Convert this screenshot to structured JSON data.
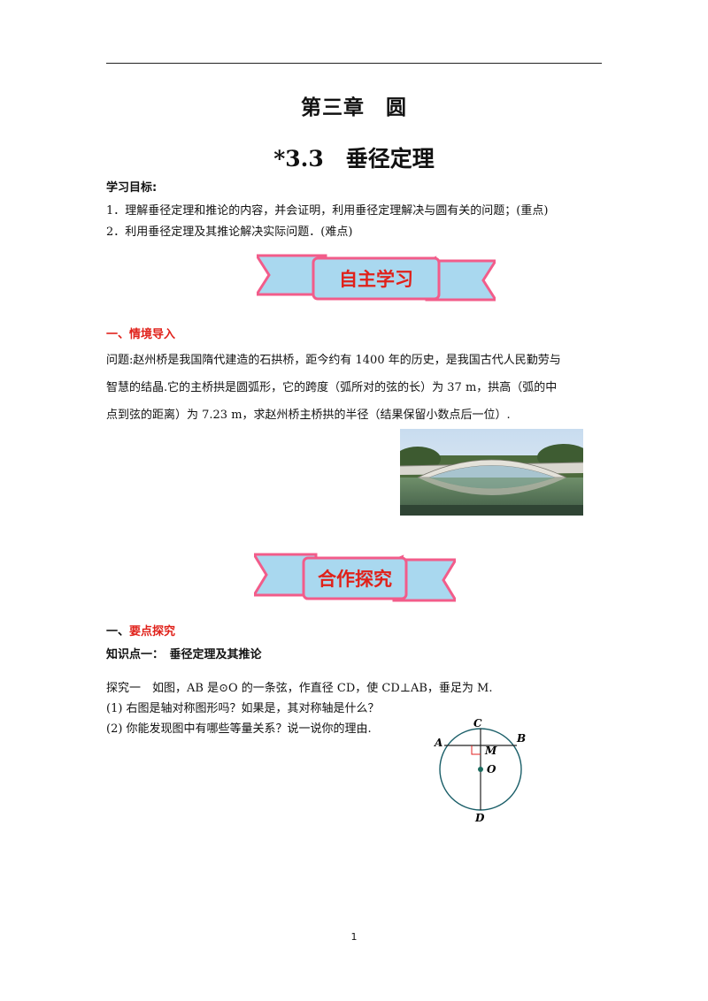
{
  "header": {
    "chapter_title": "第三章　圆",
    "section_title": "*3.3　垂径定理"
  },
  "objectives": {
    "heading": "学习目标:",
    "items": [
      "1．理解垂径定理和推论的内容，并会证明，利用垂径定理解决与圆有关的问题；(重点)",
      "2．利用垂径定理及其推论解决实际问题．(难点)"
    ]
  },
  "banner_self_study": {
    "label": "自主学习"
  },
  "situation": {
    "heading": "一、情境导入",
    "lines": [
      "问题:赵州桥是我国隋代建造的石拱桥，距今约有  1400  年的历史，是我国古代人民勤劳与",
      "智慧的结晶.它的主桥拱是圆弧形，它的跨度（弧所对的弦的长）为  37 m，拱高（弧的中",
      "点到弦的距离）为  7.23 m，求赵州桥主桥拱的半径（结果保留小数点后一位）."
    ]
  },
  "banner_cooperate": {
    "label": "合作探究"
  },
  "explore": {
    "heading_prefix": "一、",
    "heading_red": "要点探究",
    "knowledge_point": "知识点一：　垂径定理及其推论",
    "intro": "探究一　如图，AB 是⊙O 的一条弦，作直径 CD，使 CD⊥AB，垂足为 M.",
    "q1": "(1)  右图是轴对称图形吗？如果是，其对称轴是什么？",
    "q2": "(2)  你能发现图中有哪些等量关系？说一说你的理由."
  },
  "figure": {
    "labels": {
      "A": "A",
      "B": "B",
      "C": "C",
      "D": "D",
      "M": "M",
      "O": "O"
    },
    "colors": {
      "circle": "#1a5e68",
      "center_dot": "#1a6b5e",
      "right_angle": "#e02020"
    }
  },
  "colors": {
    "banner_pink": "#f25c8a",
    "banner_fill": "#a9d8ef",
    "banner_text": "#e0211a",
    "accent_red": "#e0211a"
  },
  "footer": {
    "page_number": "1"
  }
}
